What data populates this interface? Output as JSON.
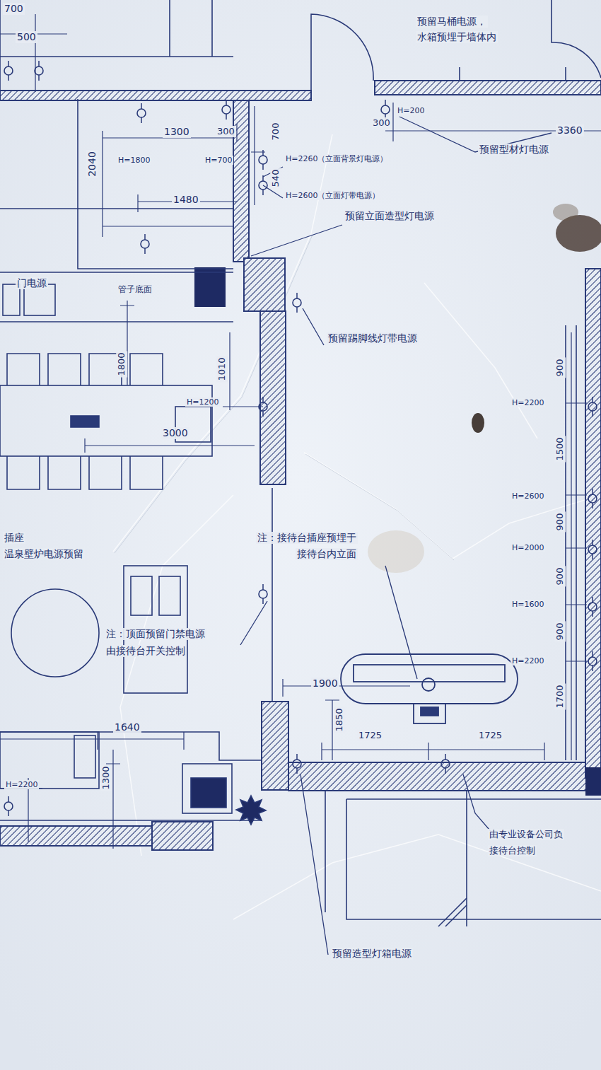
{
  "diagram": {
    "labels": [
      "700",
      "500",
      "1300",
      "300",
      "2040",
      "H=1800",
      "H=700",
      "1480",
      "700",
      "540",
      "H=2260（立面背景灯电源）",
      "H=2600（立面灯带电源）",
      "预留立面造型灯电源",
      "预留马桶电源，",
      "水箱预埋于墙体内",
      "H=200",
      "300",
      "3360",
      "预留型材灯电源",
      "门电源",
      "管子底面",
      "预留踢脚线灯带电源",
      "1010",
      "1800",
      "H=1200",
      "3000",
      "900",
      "H=2200",
      "1500",
      "H=2600",
      "900",
      "H=2000",
      "900",
      "H=1600",
      "900",
      "H=2200",
      "1700",
      "注：接待台插座预埋于",
      "接待台内立面",
      "插座",
      "温泉壁炉电源预留",
      "注：顶面预留门禁电源",
      "由接待台开关控制",
      "1900",
      "1850",
      "1725",
      "1725",
      "1640",
      "H=2200",
      "1300",
      "由专业设备公司负",
      "接待台控制",
      "预留造型灯箱电源"
    ]
  }
}
